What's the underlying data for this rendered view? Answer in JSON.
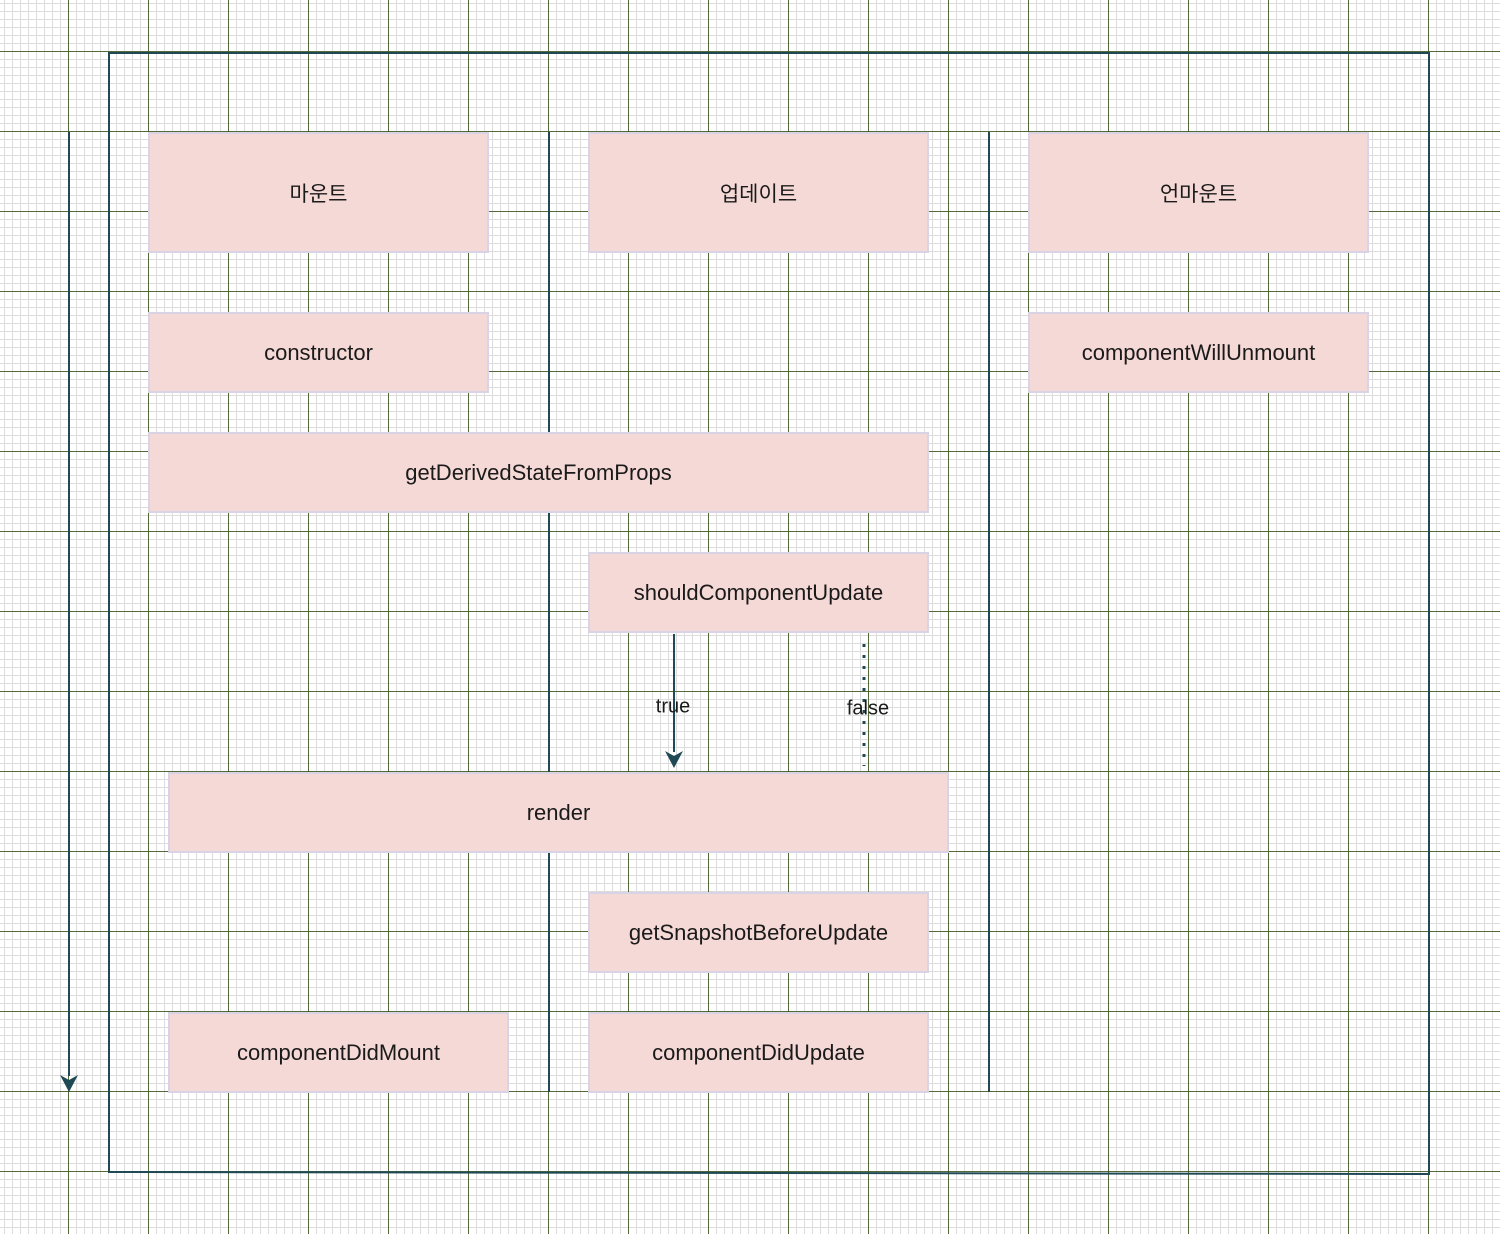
{
  "headers": {
    "mount": "마운트",
    "update": "업데이트",
    "unmount": "언마운트"
  },
  "methods": {
    "constructor": "constructor",
    "get_derived_state_from_props": "getDerivedStateFromProps",
    "should_component_update": "shouldComponentUpdate",
    "render": "render",
    "get_snapshot_before_update": "getSnapshotBeforeUpdate",
    "component_did_mount": "componentDidMount",
    "component_did_update": "componentDidUpdate",
    "component_will_unmount": "componentWillUnmount"
  },
  "edges": {
    "true_label": "true",
    "false_label": "false"
  },
  "colors": {
    "box_fill": "#f5d9d6",
    "box_border": "#d9d3e6",
    "line": "#1f4a55",
    "grid_major": "#3c551e",
    "grid_minor": "#dcdcdc"
  }
}
